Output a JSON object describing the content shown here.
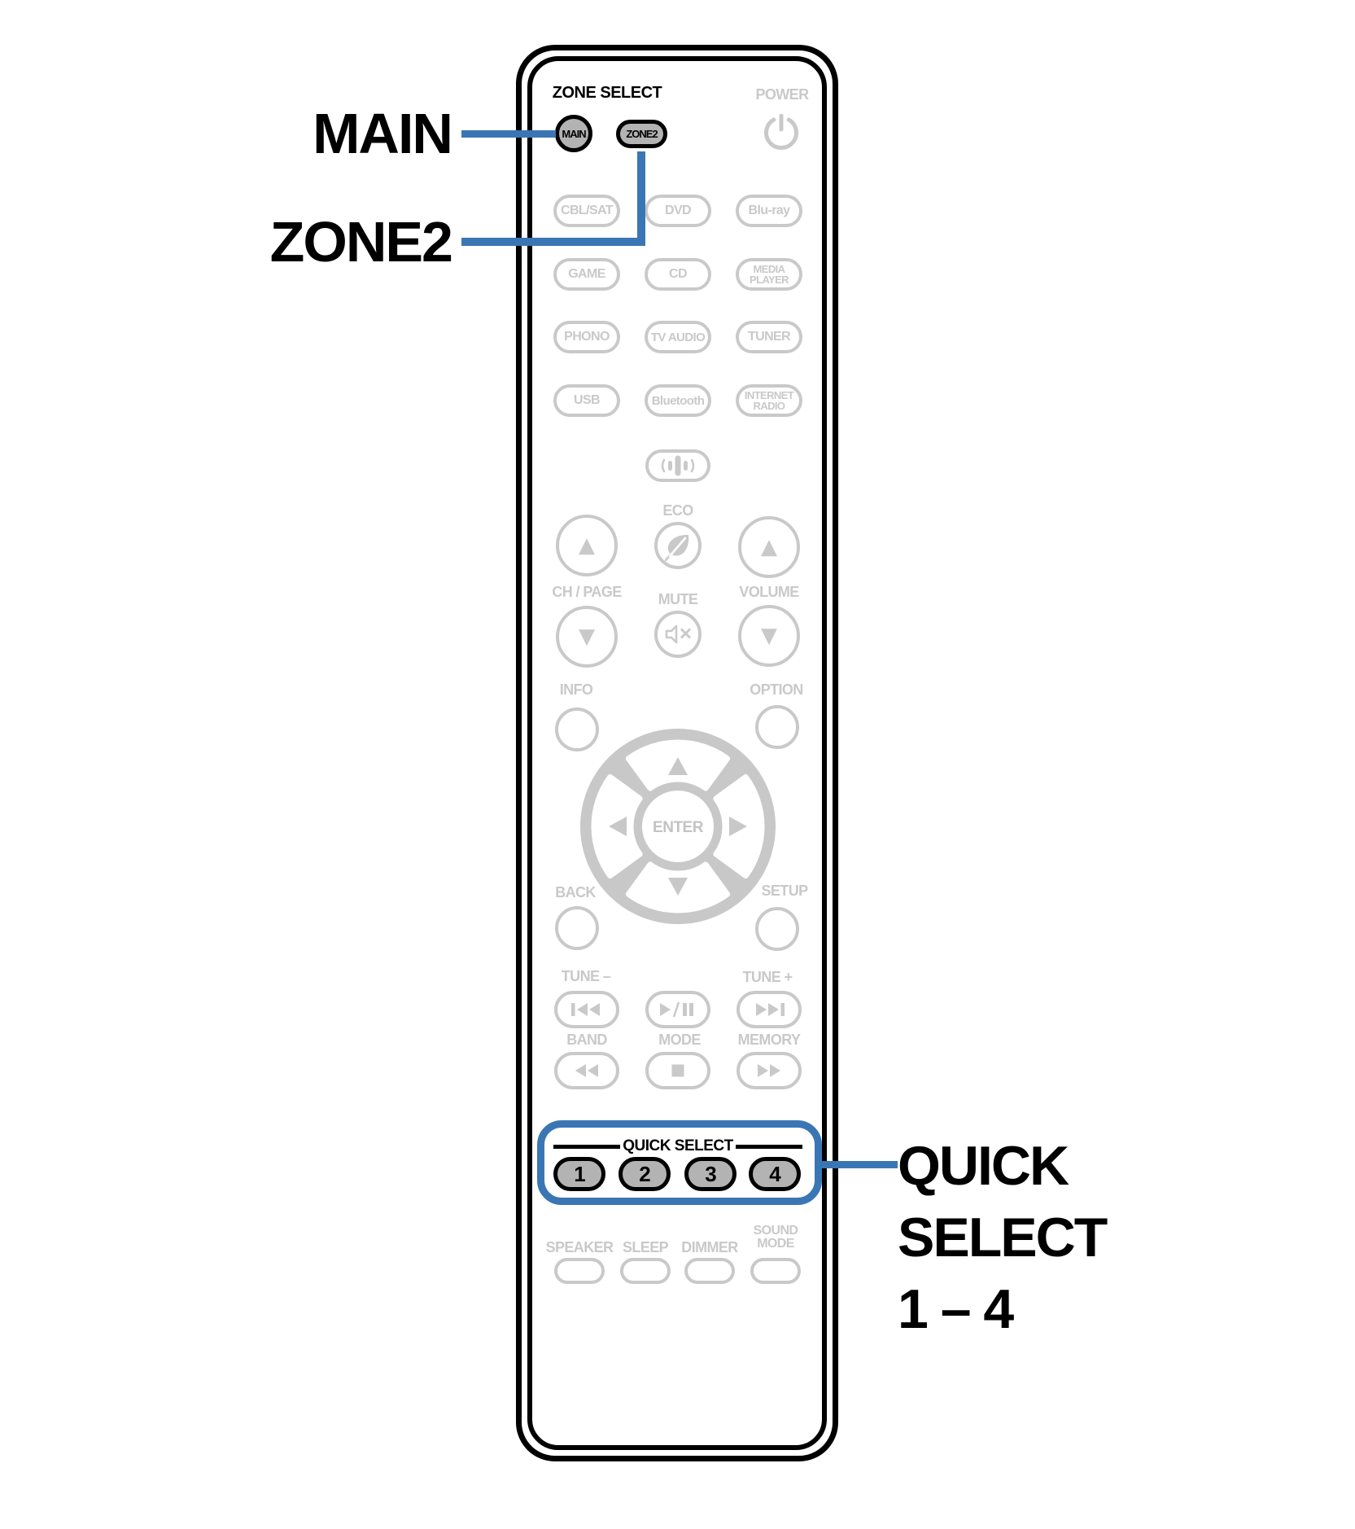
{
  "callouts": {
    "main": "MAIN",
    "zone2": "ZONE2",
    "quick_select_lines": [
      "QUICK",
      "SELECT",
      "1 – 4"
    ]
  },
  "remote": {
    "zone_select_label": "ZONE SELECT",
    "main_button": "MAIN",
    "zone2_button": "ZONE2",
    "power_label": "POWER",
    "sources": [
      "CBL/SAT",
      "DVD",
      "Blu-ray",
      "GAME",
      "CD",
      "MEDIA PLAYER",
      "PHONO",
      "TV AUDIO",
      "TUNER",
      "USB",
      "Bluetooth",
      "INTERNET RADIO"
    ],
    "eco_label": "ECO",
    "ch_page_label": "CH / PAGE",
    "mute_label": "MUTE",
    "volume_label": "VOLUME",
    "info_label": "INFO",
    "option_label": "OPTION",
    "enter_label": "ENTER",
    "back_label": "BACK",
    "setup_label": "SETUP",
    "tune_minus_label": "TUNE –",
    "tune_plus_label": "TUNE +",
    "band_label": "BAND",
    "mode_label": "MODE",
    "memory_label": "MEMORY",
    "quick_select_label": "QUICK SELECT",
    "quick_buttons": [
      "1",
      "2",
      "3",
      "4"
    ],
    "speaker_label": "SPEAKER",
    "sleep_label": "SLEEP",
    "dimmer_label": "DIMMER",
    "sound_mode_label": "SOUND MODE",
    "glyphs": {
      "up": "▲",
      "down": "▼"
    }
  },
  "colors": {
    "annotation_blue": "#3b76b4",
    "active_button_gray": "#b3b3b3",
    "faded_gray": "#c9c9c9",
    "cursor_pad_gray": "#c8c8c8",
    "black": "#000000"
  }
}
